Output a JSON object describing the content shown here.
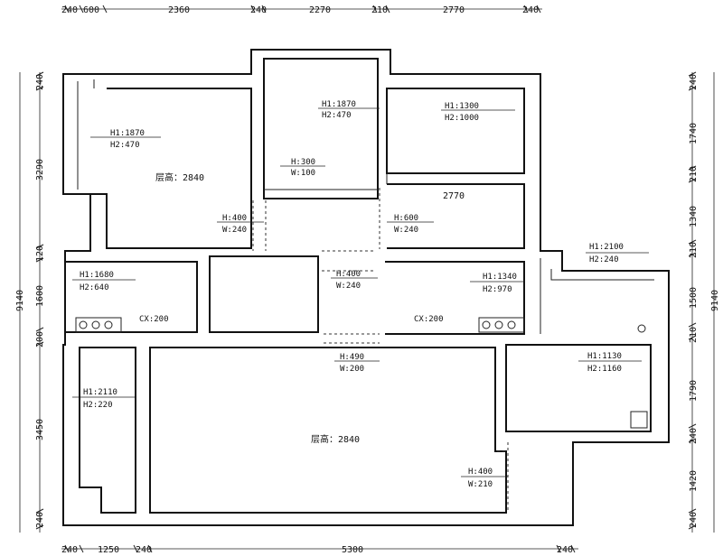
{
  "dims": {
    "top": [
      "240",
      "600",
      "2360",
      "240",
      "2270",
      "210",
      "2770",
      "240"
    ],
    "bottom": [
      "240",
      "1250",
      "240",
      "5300",
      "240"
    ],
    "left": [
      "240",
      "3290",
      "120",
      "1600",
      "200",
      "3450",
      "240"
    ],
    "left_total": "9140",
    "right": [
      "240",
      "1740",
      "210",
      "1340",
      "210",
      "1500",
      "210",
      "1790",
      "240",
      "1420",
      "240"
    ],
    "right_total": "9140"
  },
  "rooms": {
    "room1_height": "层高：2840",
    "living_height": "层高：2840",
    "corridor_width": "2770"
  },
  "labels": {
    "w1": [
      "H1:1870",
      "H2:470"
    ],
    "w2": [
      "H1:1870",
      "H2:470"
    ],
    "w3": [
      "H1:1300",
      "H2:1000"
    ],
    "niche": [
      "H:300",
      "W:100"
    ],
    "door1": [
      "H:400",
      "W:240"
    ],
    "door2": [
      "H:600",
      "W:240"
    ],
    "door3": [
      "H:400",
      "W:240"
    ],
    "w4": [
      "H1:2100",
      "H2:240"
    ],
    "w5": [
      "H1:1680",
      "H2:640"
    ],
    "w6": [
      "H1:1340",
      "H2:970"
    ],
    "cx1": "CX:200",
    "cx2": "CX:200",
    "door4": [
      "H:490",
      "W:200"
    ],
    "w7": [
      "H1:2110",
      "H2:220"
    ],
    "w8": [
      "H1:1130",
      "H2:1160"
    ],
    "door5": [
      "H:400",
      "W:210"
    ]
  }
}
